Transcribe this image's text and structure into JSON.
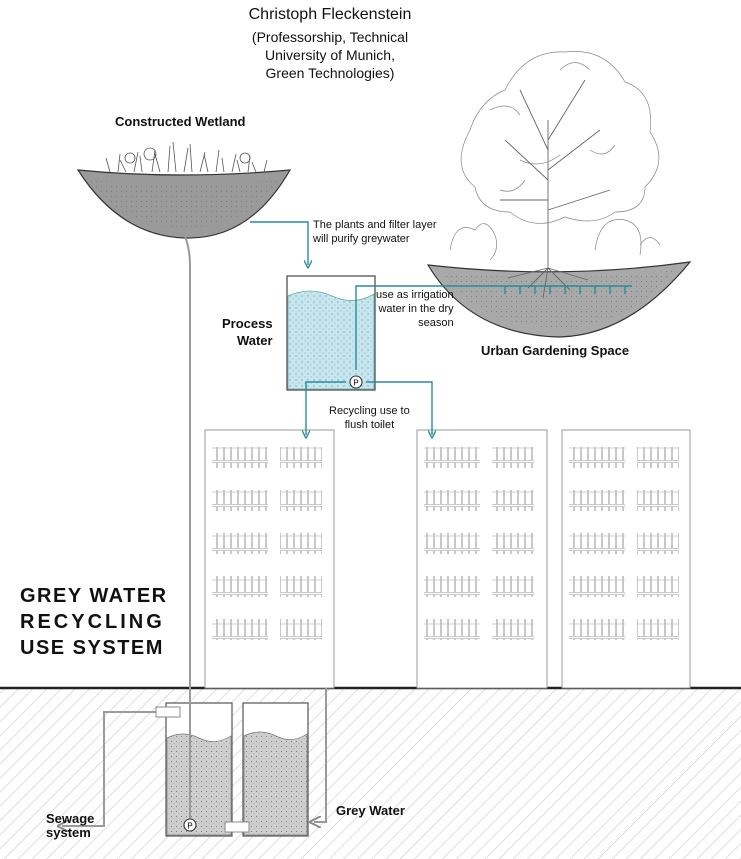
{
  "author": {
    "name": "Christoph Fleckenstein",
    "affiliation_lines": [
      "(Professorship, Technical",
      "University of Munich,",
      "Green Technologies)"
    ]
  },
  "labels": {
    "constructed_wetland": "Constructed Wetland",
    "process_water": [
      "Process",
      "Water"
    ],
    "urban_gardening": "Urban Gardening Space",
    "grey_water": "Grey Water",
    "sewage": [
      "Sewage",
      "system"
    ]
  },
  "notes": {
    "purify": [
      "The plants and filter layer",
      "will purify greywater"
    ],
    "irrigation": [
      "use as irrigation",
      "water in the dry",
      "season"
    ],
    "toilet": [
      "Recycling use to",
      "flush toilet"
    ]
  },
  "title_lines": [
    "GREY WATER",
    "RECYCLING",
    "USE SYSTEM"
  ],
  "pump_symbol": "P",
  "colors": {
    "water_blue": "#c8e6ee",
    "pipe_teal": "#2a8b9a",
    "ground_line": "#222222",
    "soil": "#bdbdbd",
    "pipe_grey": "#9a9a9a"
  }
}
